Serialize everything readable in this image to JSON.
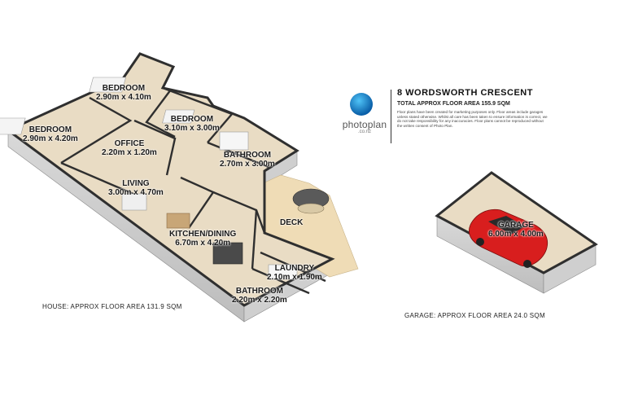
{
  "property": {
    "address": "8 WORDSWORTH CRESCENT",
    "total_area": "TOTAL APPROX FLOOR AREA 155.9 SQM",
    "disclaimer": "Floor plans have been created for marketing purposes only. Floor areas include garages unless stated otherwise. Whilst all care has been taken to ensure information is correct, we do not take responsibility for any inaccuracies. Floor plans cannot be reproduced without the written consent of Photo Plan."
  },
  "brand": {
    "name": "photoplan",
    "domain": ".co.nz",
    "logo_icon": "house-globe-icon",
    "color": "#0a5fa8"
  },
  "rooms": {
    "bedroom_1": {
      "name": "BEDROOM",
      "size": "2.90m x 4.10m"
    },
    "bedroom_2": {
      "name": "BEDROOM",
      "size": "2.90m x 4.20m"
    },
    "bedroom_3": {
      "name": "BEDROOM",
      "size": "3.10m x 3.00m"
    },
    "office": {
      "name": "OFFICE",
      "size": "2.20m x 1.20m"
    },
    "bathroom_1": {
      "name": "BATHROOM",
      "size": "2.70m x 3.00m"
    },
    "living": {
      "name": "LIVING",
      "size": "3.00m x 4.70m"
    },
    "deck": {
      "name": "DECK"
    },
    "kitchen": {
      "name": "KITCHEN/DINING",
      "size": "6.70m x 4.20m"
    },
    "laundry": {
      "name": "LAUNDRY",
      "size": "2.10m x 1.90m"
    },
    "bathroom_2": {
      "name": "BATHROOM",
      "size": "2.20m x 2.20m"
    },
    "garage": {
      "name": "GARAGE",
      "size": "6.00m x 4.00m"
    }
  },
  "areas": {
    "house": "HOUSE: APPROX FLOOR AREA 131.9 SQM",
    "garage": "GARAGE: APPROX FLOOR AREA 24.0 SQM"
  },
  "colors": {
    "floor": "#e9dcc4",
    "wall_top": "#3a3a3a",
    "wall_side": "#d8d8d8",
    "deck": "#efdcb6",
    "car": "#d81e1e"
  }
}
